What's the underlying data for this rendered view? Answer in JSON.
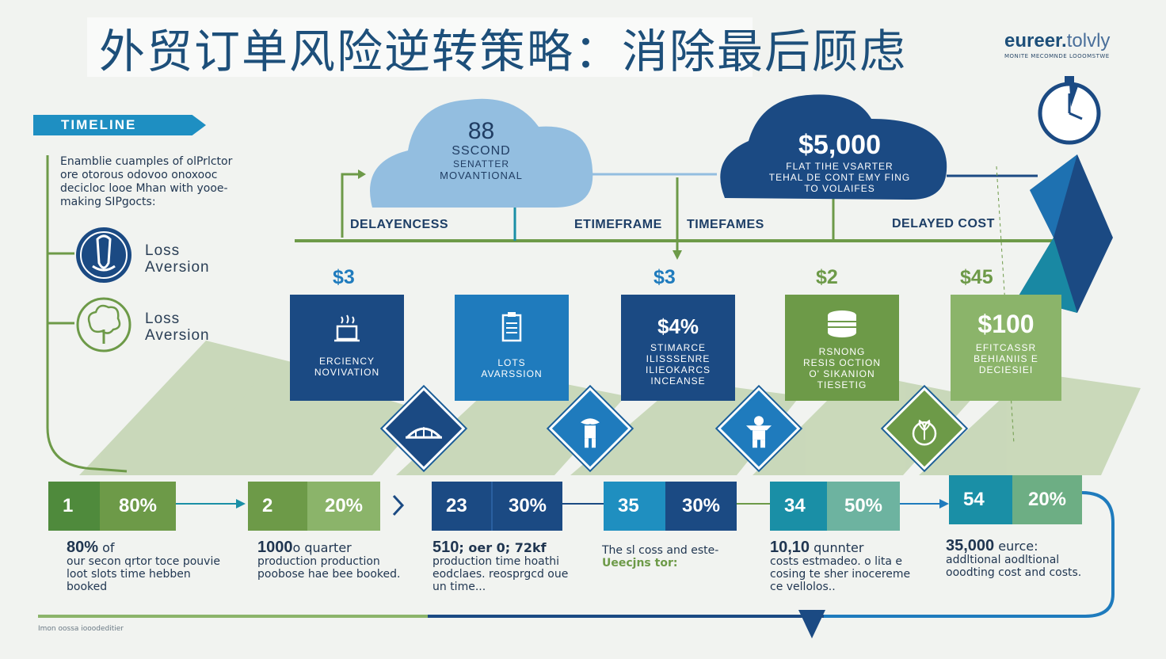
{
  "title": "外贸订单风险逆转策略：消除最后顾虑",
  "brand": {
    "name": "eureer.",
    "name_suffix": "tolvly",
    "tagline": "MONITE MECOMNDE LOOOMSTWE"
  },
  "timeline_tag": "TIMELINE",
  "intro_text": "Enamblie cuamples of olPrlctor ore otorous odovoo onoxooc decicloc looe Mhan with yooe-making SIPgocts:",
  "aversion_items": [
    {
      "icon": "cow-icon",
      "line1": "Loss",
      "line2": "Aversion"
    },
    {
      "icon": "tree-icon",
      "line1": "Loss",
      "line2": "Aversion"
    }
  ],
  "clouds": [
    {
      "big": "88",
      "l1": "SSCOND",
      "l2": "SENATTER",
      "l3": "MOVANTIONAL"
    },
    {
      "big": "$5,000",
      "l1": "FLAT  TIHE  VSARTER",
      "l2": "TEHAL DE CONT EMY FING",
      "l3": "TO VOLAIFES"
    }
  ],
  "track_labels": [
    "DELAYENCESS",
    "ETIMEFRAME",
    "TIMEFAMES",
    "DELAYED COST"
  ],
  "prices": [
    "$3",
    "$3",
    "$2",
    "$45"
  ],
  "cards": [
    {
      "big": "",
      "l1": "ERCIENCY",
      "l2": "NOVIVATION",
      "l3": "",
      "l4": "",
      "icon": "coffee-icon"
    },
    {
      "big": "",
      "l1": "LOTS",
      "l2": "AVARSSION",
      "l3": "",
      "l4": "",
      "icon": "clipboard-icon"
    },
    {
      "big": "$4%",
      "l1": "STIMARCE",
      "l2": "ILISSSENRE",
      "l3": "ILIEOKARCS",
      "l4": "INCEANSE",
      "icon": ""
    },
    {
      "big": "",
      "l1": "RSNONG",
      "l2": "RESIS OCTION",
      "l3": "O' SIKANION",
      "l4": "TIESETIG",
      "icon": "coins-icon"
    },
    {
      "big": "$100",
      "l1": "EFITCASSR",
      "l2": "BEHIANIIS E",
      "l3": "DECIESIEI",
      "l4": "",
      "icon": ""
    }
  ],
  "diamond_icons": [
    "bridge-icon",
    "plant-figure-icon",
    "person-figure-icon",
    "seed-icon"
  ],
  "stats": [
    {
      "num": "1",
      "pct": "80%"
    },
    {
      "num": "2",
      "pct": "20%"
    },
    {
      "num": "23",
      "pct": "30%"
    },
    {
      "num": "35",
      "pct": "30%"
    },
    {
      "num": "34",
      "pct": "50%"
    },
    {
      "num": "54",
      "pct": "20%"
    }
  ],
  "descriptions": [
    {
      "lead": "80%",
      "lead_rest": " of",
      "text": "our secon qrtor toce pouvie loot slots time hebben booked"
    },
    {
      "lead": "1000",
      "lead_rest": "o quarter",
      "text": "production production poobose hae bee booked."
    },
    {
      "lead": "510",
      "lead_rest": "; oer 0; 72kf",
      "text": "production time hoathi eodclaes. reosprgcd oue un time..."
    },
    {
      "lead": "",
      "lead_rest": "The sl coss and este-",
      "text": "Ueecjns tor:"
    },
    {
      "lead": "10,10",
      "lead_rest": " qunnter",
      "text": "costs estmadeo. o lita e cosing te sher inocereme ce vellolos.."
    },
    {
      "lead": "35,000",
      "lead_rest": " eurce:",
      "text": "addltional aodltional ooodting cost and costs."
    }
  ],
  "footnote": "Imon oossa iooodeditier",
  "colors": {
    "navy": "#1b4a83",
    "mid_blue": "#1f7bbd",
    "teal": "#1a8fa6",
    "green": "#6d9a48",
    "light_green": "#8bb46a",
    "sky": "#93bee0"
  }
}
